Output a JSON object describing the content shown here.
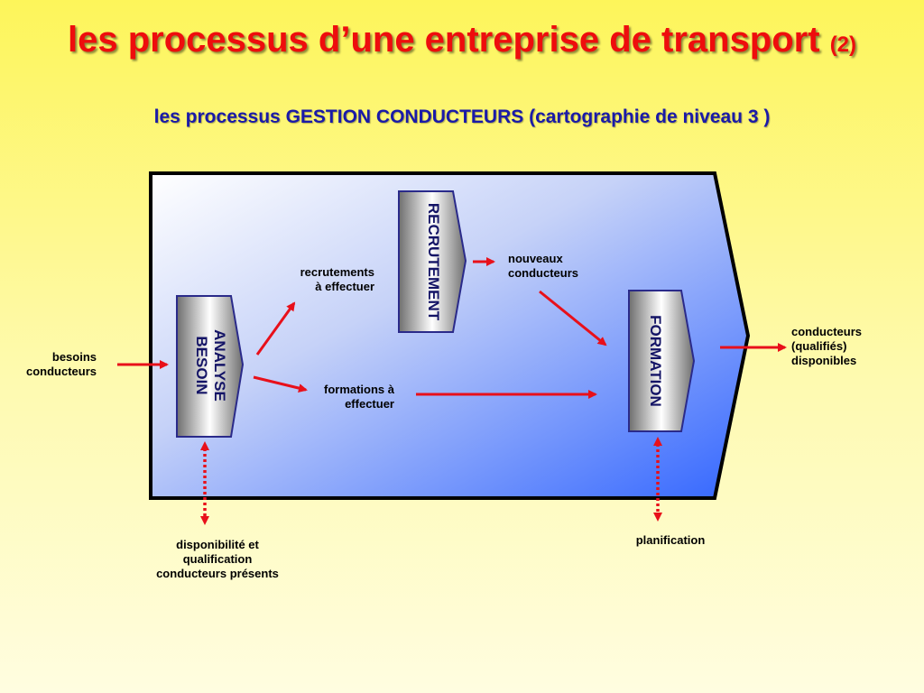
{
  "title": {
    "main": "les processus d’une entreprise de transport",
    "suffix": "(2)"
  },
  "subtitle": "les processus GESTION CONDUCTEURS (cartographie de niveau 3 )",
  "processes": {
    "analyse": [
      "ANALYSE",
      "BESOIN"
    ],
    "recrutement": "RECRUTEMENT",
    "formation": "FORMATION"
  },
  "labels": {
    "besoins": [
      "besoins",
      "conducteurs"
    ],
    "recrutements": [
      "recrutements",
      "à effectuer"
    ],
    "nouveaux": [
      "nouveaux",
      "conducteurs"
    ],
    "formations": [
      "formations à",
      "effectuer"
    ],
    "qualifies": [
      "conducteurs",
      "(qualifiés)",
      "disponibles"
    ],
    "disponibilite": [
      "disponibilité et",
      "qualification",
      "conducteurs présents"
    ],
    "planification": "planification"
  },
  "colors": {
    "title": "#ee0d0d",
    "subtitle": "#1a1aa8",
    "arrow": "#e8101a",
    "panel_light": "#ffffff",
    "panel_dark": "#3366ff",
    "process_border": "#2a2a8a"
  }
}
